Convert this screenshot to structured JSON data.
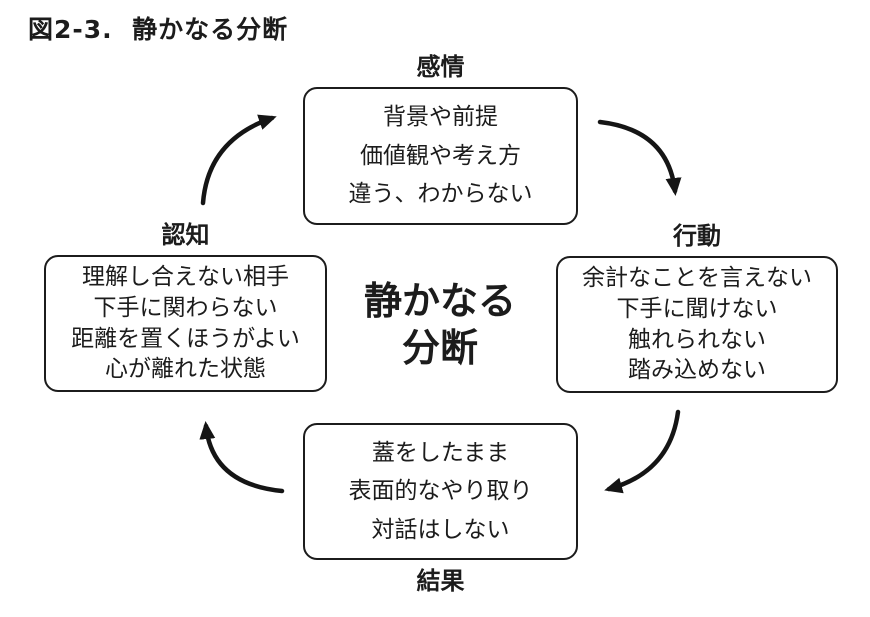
{
  "figure_title": "図2-3.  静かなる分断",
  "center": {
    "line1": "静かなる",
    "line2": "分断"
  },
  "nodes": {
    "emotion": {
      "label": "感情",
      "lines": [
        "背景や前提",
        "価値観や考え方",
        "違う、わからない"
      ]
    },
    "action": {
      "label": "行動",
      "lines": [
        "余計なことを言えない",
        "下手に聞けない",
        "触れられない",
        "踏み込めない"
      ]
    },
    "cognition": {
      "label": "認知",
      "lines": [
        "理解し合えない相手",
        "下手に関わらない",
        "距離を置くほうがよい",
        "心が離れた状態"
      ]
    },
    "result": {
      "label": "結果",
      "lines": [
        "蓋をしたまま",
        "表面的なやり取り",
        "対話はしない"
      ]
    }
  },
  "arrows": [
    {
      "from": "cognition",
      "to": "emotion"
    },
    {
      "from": "emotion",
      "to": "action"
    },
    {
      "from": "action",
      "to": "result"
    },
    {
      "from": "result",
      "to": "cognition"
    }
  ],
  "colors": {
    "text": "#1c1c1c",
    "box_border": "#1c1c1c",
    "arrow": "#151515",
    "background": "#ffffff"
  }
}
